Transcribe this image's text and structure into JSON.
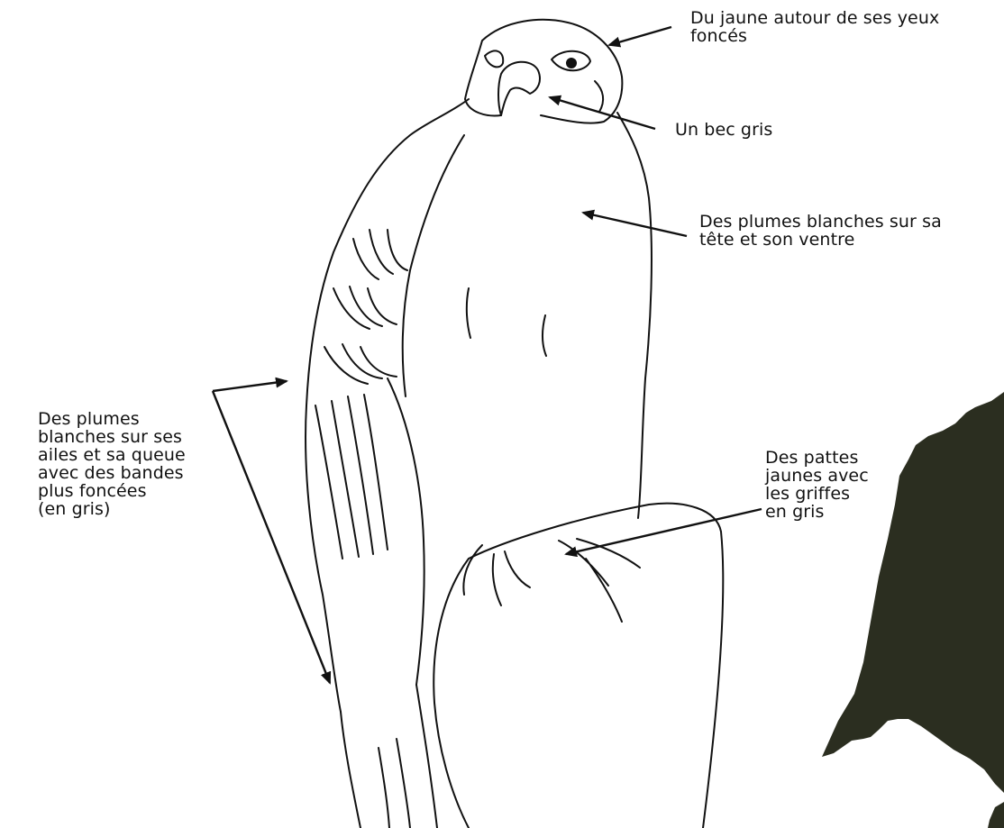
{
  "annotations": {
    "eyes": "Du jaune autour de ses yeux\nfoncés",
    "beak": "Un bec gris",
    "belly": "Des plumes blanches sur sa\ntête et son ventre",
    "wings": "Des plumes\nblanches sur ses\nailes et sa queue\navec des bandes\nplus foncées\n(en gris)",
    "feet": "Des pattes\njaunes avec\nles griffes\nen gris"
  },
  "colors": {
    "background": "#ffffff",
    "line": "#111111",
    "dark_shape": "#2b2e20"
  }
}
